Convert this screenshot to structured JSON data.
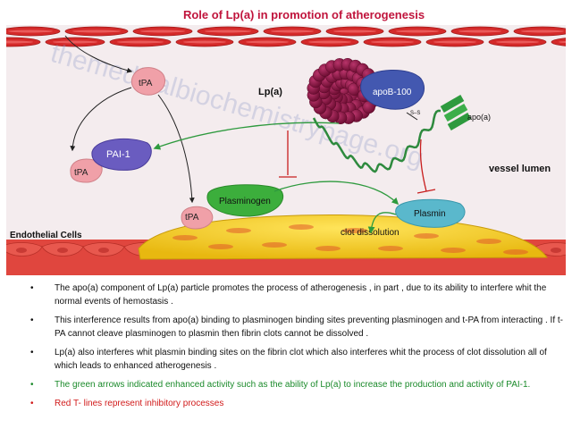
{
  "title": "Role of Lp(a) in promotion of atherogenesis",
  "watermark": "themedicalbiochemistrypage.org",
  "diagram": {
    "labels": {
      "tpa_top": "tPA",
      "tpa_mid": "tPA",
      "tpa_bottom": "tPA",
      "pai1": "PAI-1",
      "lpa": "Lp(a)",
      "apob100": "apoB-100",
      "apoa": "apo(a)",
      "ss": "S–S",
      "vessel_lumen": "vessel lumen",
      "plasminogen": "Plasminogen",
      "plasmin": "Plasmin",
      "clot_dissolution": "clot dissolution",
      "endothelial_cells": "Endothelial Cells"
    }
  },
  "bullets": [
    {
      "text": "The apo(a) component of Lp(a) particle promotes the process of atherogenesis , in part , due to its ability to interfere whit the normal events of hemostasis .",
      "color": "black"
    },
    {
      "text": "This interference results from apo(a) binding to plasminogen binding sites preventing plasminogen and t-PA from interacting . If t-PA cannot cleave plasminogen to plasmin then fibrin clots cannot be dissolved .",
      "color": "black"
    },
    {
      "text": "Lp(a) also interferes whit plasmin binding sites on the fibrin clot which also interferes whit the process of clot dissolution all of which leads to enhanced atherogenesis .",
      "color": "black"
    },
    {
      "text": "The green arrows indicated enhanced activity such as the ability of Lp(a) to increase the production and activity of PAI-1.",
      "color": "green"
    },
    {
      "text": "Red T- lines represent inhibitory processes",
      "color": "red"
    }
  ],
  "colors": {
    "title": "#c0143c",
    "rbc": "#d42a2a",
    "lumen": "#f3e8ea",
    "endothelium": "#e0403a",
    "clot": "#f2c81a",
    "green_arrow": "#2e9a3e",
    "red_inhibit": "#c81e1e",
    "tpa": "#f0a0a8",
    "pai1": "#6a5cc0",
    "plasminogen": "#3cae3c",
    "plasmin": "#5ab8cc",
    "lpa_cluster": "#8a1440",
    "apob": "#4358b0"
  }
}
